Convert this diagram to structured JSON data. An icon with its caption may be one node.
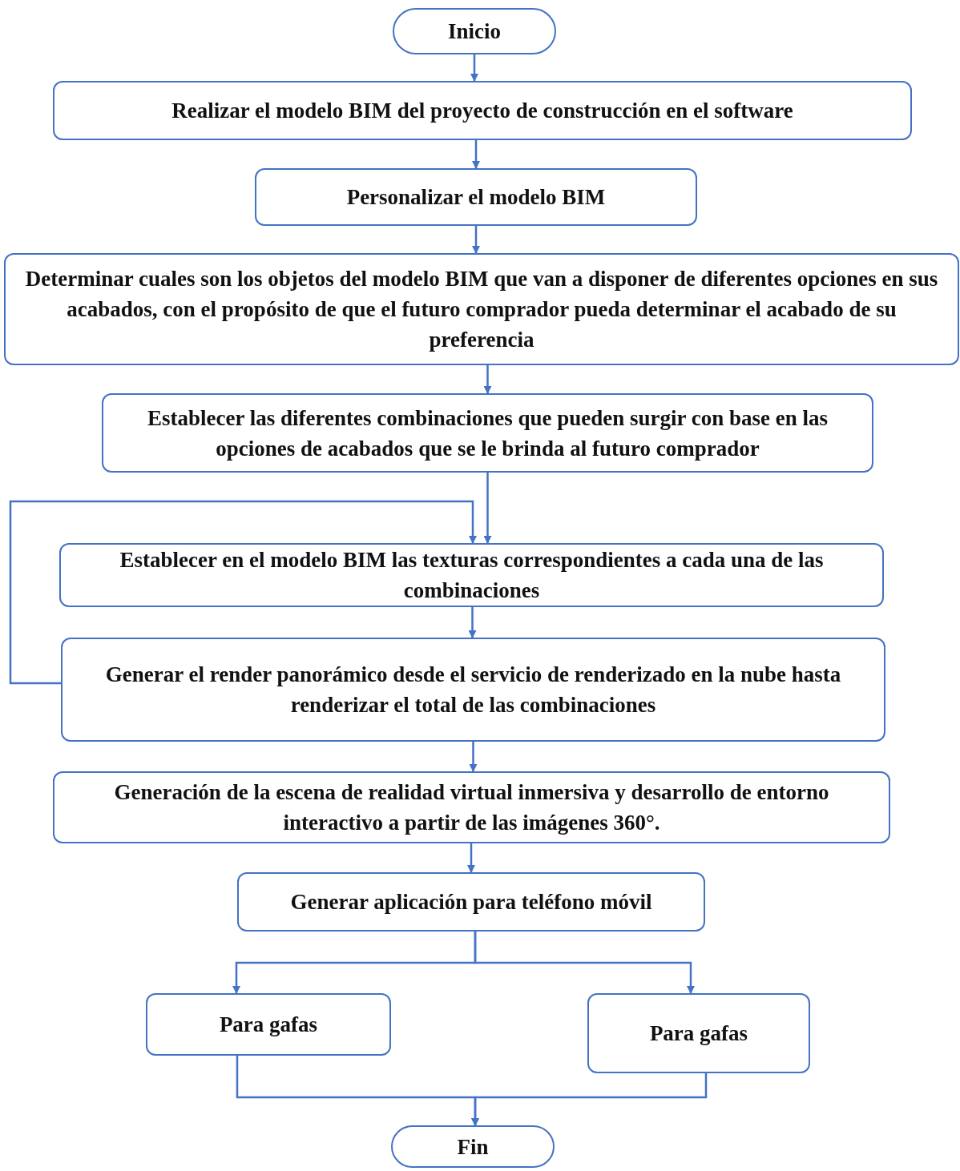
{
  "diagram": {
    "nodes": [
      {
        "text": [
          "Inicio"
        ]
      },
      {
        "text": [
          "Realizar el modelo BIM del proyecto de construcción en el software"
        ]
      },
      {
        "text": [
          "Personalizar el modelo BIM"
        ]
      },
      {
        "text": [
          "Determinar cuales son los objetos del modelo BIM que van a disponer de diferentes opciones en sus acabados, con el propósito de que el futuro comprador pueda determinar el acabado de su preferencia"
        ]
      },
      {
        "text": [
          "Establecer las diferentes combinaciones que pueden surgir con base en las opciones de acabados que se le brinda al futuro comprador"
        ]
      },
      {
        "text": [
          "Establecer en el modelo BIM las texturas correspondientes a cada una de las combinaciones"
        ]
      },
      {
        "text": [
          "Generar el render panorámico desde el servicio de renderizado en la nube hasta renderizar el total de las combinaciones"
        ]
      },
      {
        "text": [
          "Generación de la escena de realidad virtual inmersiva y desarrollo de entorno interactivo a partir de las imágenes 360°."
        ]
      },
      {
        "text": [
          "Generar aplicación para teléfono móvil"
        ]
      },
      {
        "text": [
          "Para gafas"
        ]
      },
      {
        "text": [
          "Para gafas"
        ]
      },
      {
        "text": [
          "Fin"
        ]
      }
    ],
    "edges": [
      {
        "from": 0,
        "to": 1,
        "arrow": "to"
      },
      {
        "from": 1,
        "to": 2,
        "arrow": "to"
      },
      {
        "from": 2,
        "to": 3,
        "arrow": "to"
      },
      {
        "from": 3,
        "to": 4,
        "arrow": "to"
      },
      {
        "from": 4,
        "to": 5,
        "arrow": "to"
      },
      {
        "from": 5,
        "to": 6,
        "arrow": "to"
      },
      {
        "from": 6,
        "to": 5,
        "arrow": "to"
      },
      {
        "from": 6,
        "to": 7,
        "arrow": "to"
      },
      {
        "from": 7,
        "to": 8,
        "arrow": "to"
      },
      {
        "from": 8,
        "to": 9,
        "arrow": "to"
      },
      {
        "from": 8,
        "to": 10,
        "arrow": "to"
      },
      {
        "from": 9,
        "to": 11,
        "arrow": "to"
      },
      {
        "from": 10,
        "to": 11,
        "arrow": "to"
      }
    ]
  }
}
